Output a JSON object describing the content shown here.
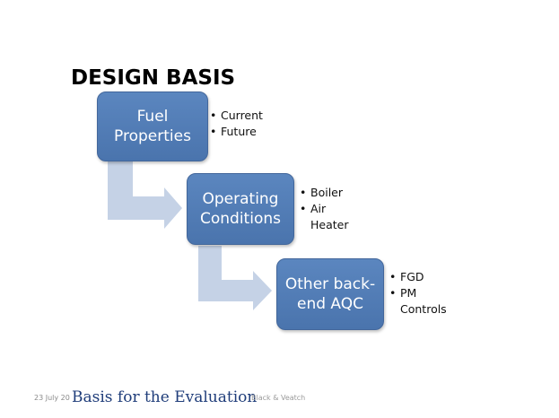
{
  "slide": {
    "title": "DESIGN BASIS",
    "steps": [
      {
        "label_lines": [
          "Fuel",
          "Properties"
        ],
        "bullets": [
          "Current",
          "Future"
        ]
      },
      {
        "label_lines": [
          "Operating",
          "Conditions"
        ],
        "bullets": [
          "Boiler",
          "Air",
          "Heater"
        ]
      },
      {
        "label_lines": [
          "Other back-",
          "end AQC"
        ],
        "bullets": [
          "FGD",
          "PM",
          "Controls"
        ]
      }
    ]
  },
  "footer": {
    "date": "23 July 20",
    "title": "Basis for the Evaluation",
    "brand": "Black & Veatch"
  },
  "colors": {
    "box_fill": "#4f7bb4",
    "arrow_fill": "#c5d2e6",
    "footer_title": "#1f3d7a"
  }
}
